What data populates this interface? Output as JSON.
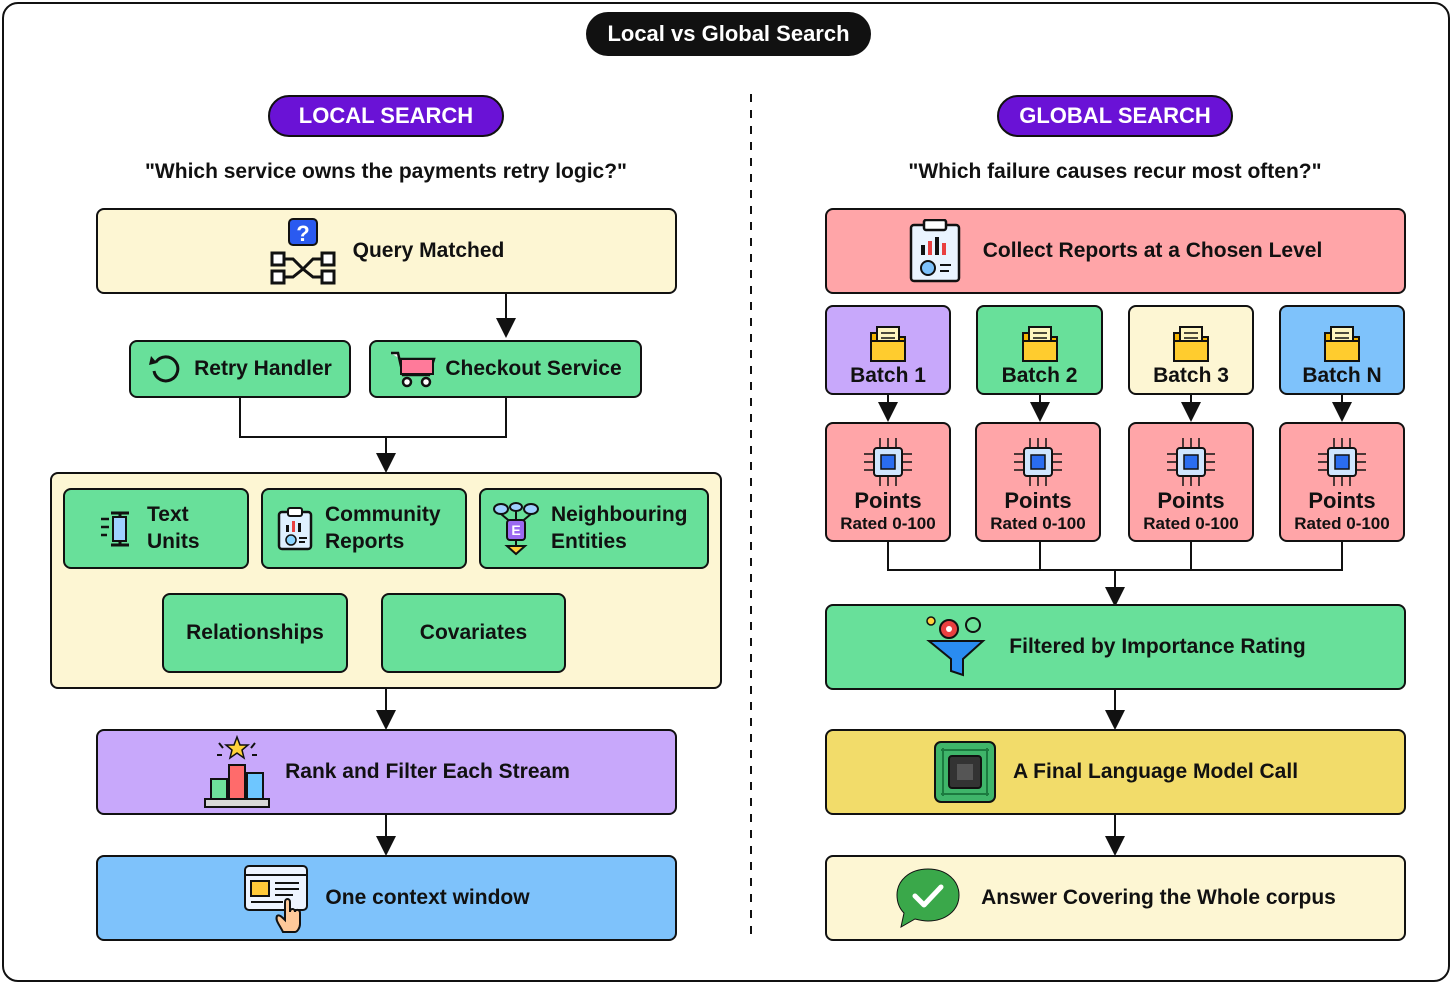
{
  "title": "Local vs Global Search",
  "local": {
    "tag": "LOCAL SEARCH",
    "question": "\"Which service owns the payments retry logic?\"",
    "query_box": "Query Matched",
    "retry_handler": "Retry Handler",
    "checkout_service": "Checkout Service",
    "streams": {
      "text_units": [
        "Text",
        "Units"
      ],
      "community_reports": [
        "Community",
        "Reports"
      ],
      "neighbouring_entities": [
        "Neighbouring",
        "Entities"
      ],
      "relationships": "Relationships",
      "covariates": "Covariates"
    },
    "rank_box": "Rank and Filter Each Stream",
    "context_box": "One context window"
  },
  "global": {
    "tag": "GLOBAL SEARCH",
    "question": "\"Which failure causes recur most often?\"",
    "collect_box": "Collect Reports at a Chosen Level",
    "batches": [
      "Batch 1",
      "Batch 2",
      "Batch 3",
      "Batch N"
    ],
    "points_title": "Points",
    "points_sub": "Rated 0-100",
    "filter_box": "Filtered by Importance Rating",
    "llm_box": "A Final Language Model Call",
    "answer_box": "Answer Covering the Whole corpus"
  },
  "colors": {
    "yellow": "#fdf6d3",
    "green": "#68e09a",
    "purple": "#c8a8fb",
    "blue": "#7ec2fb",
    "pink": "#ffa5a8",
    "gold": "#f2dc6a",
    "tag": "#6a12d6"
  },
  "icons": [
    "network-question-icon",
    "retry-icon",
    "shopping-cart-icon",
    "text-cursor-icon",
    "report-clipboard-icon",
    "entity-graph-icon",
    "ranking-podium-icon",
    "browser-click-icon",
    "clipboard-chart-icon",
    "folder-icon",
    "chip-icon",
    "filter-funnel-icon",
    "circuit-board-icon",
    "check-bubble-icon"
  ]
}
